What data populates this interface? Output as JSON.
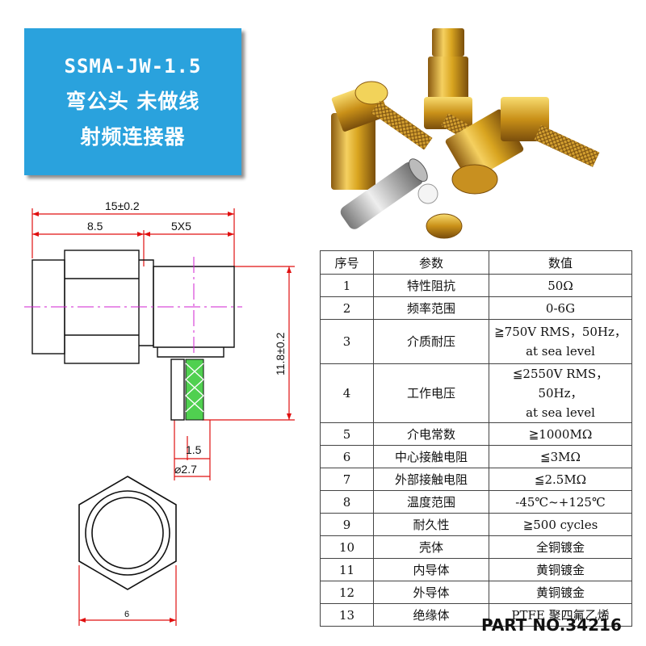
{
  "title": {
    "line1": "SSMA-JW-1.5",
    "line2": "弯公头 未做线",
    "line3": "射频连接器"
  },
  "drawing": {
    "dim_total": "15±0.2",
    "dim_left": "8.5",
    "dim_head": "5X5",
    "dim_height": "11.8±0.2",
    "dim_pin": "1.5",
    "dim_dia": "⌀2.7",
    "dim_hex": "6"
  },
  "table": {
    "headers": [
      "序号",
      "参数",
      "数值"
    ],
    "rows": [
      {
        "no": "1",
        "param": "特性阻抗",
        "value": "50Ω"
      },
      {
        "no": "2",
        "param": "频率范围",
        "value": "0-6G"
      },
      {
        "no": "3",
        "param": "介质耐压",
        "value": "≧750V RMS，50Hz，",
        "value2": "at sea level"
      },
      {
        "no": "4",
        "param": "工作电压",
        "value": "≦2550V RMS，50Hz，",
        "value2": "at sea level"
      },
      {
        "no": "5",
        "param": "介电常数",
        "value": "≧1000MΩ"
      },
      {
        "no": "6",
        "param": "中心接触电阻",
        "value": "≦3MΩ"
      },
      {
        "no": "7",
        "param": "外部接触电阻",
        "value": "≦2.5MΩ"
      },
      {
        "no": "8",
        "param": "温度范围",
        "value": "-45℃~+125℃"
      },
      {
        "no": "9",
        "param": "耐久性",
        "value": "≧500 cycles"
      },
      {
        "no": "10",
        "param": "壳体",
        "value": "全铜镀金"
      },
      {
        "no": "11",
        "param": "内导体",
        "value": "黄铜镀金"
      },
      {
        "no": "12",
        "param": "外导体",
        "value": "黄铜镀金"
      },
      {
        "no": "13",
        "param": "绝缘体",
        "value": "PTFE 聚四氟乙烯"
      }
    ]
  },
  "part_number": "PART NO.34216",
  "colors": {
    "title_bg": "#2aa2dd",
    "dimension_red": "#e01010",
    "centerline_magenta": "#d020d0",
    "braid_green": "#50d050",
    "gold": "#d9a520"
  }
}
